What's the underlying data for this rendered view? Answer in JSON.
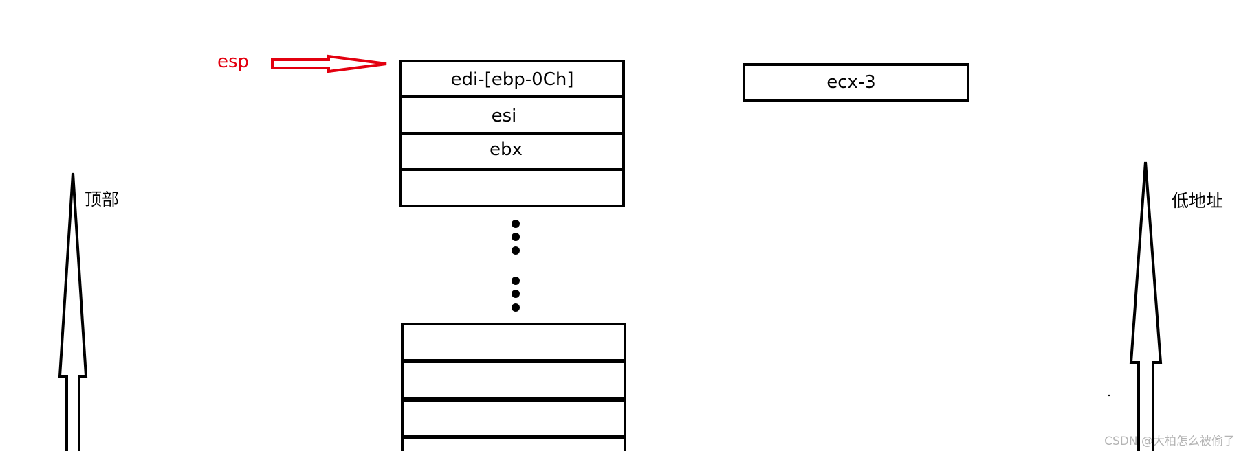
{
  "pointer": {
    "label": "esp",
    "color": "#e3000f"
  },
  "stack_top_cells": [
    "edi-[ebp-0Ch]",
    "esi",
    "ebx",
    ""
  ],
  "ellipsis": "⋮",
  "stack_bottom_cells": [
    "",
    "",
    "",
    ""
  ],
  "standalone_cell": "ecx-3",
  "left_arrow_label": "顶部",
  "right_arrow_label": "低地址",
  "watermark": "CSDN @大柏怎么被偷了"
}
